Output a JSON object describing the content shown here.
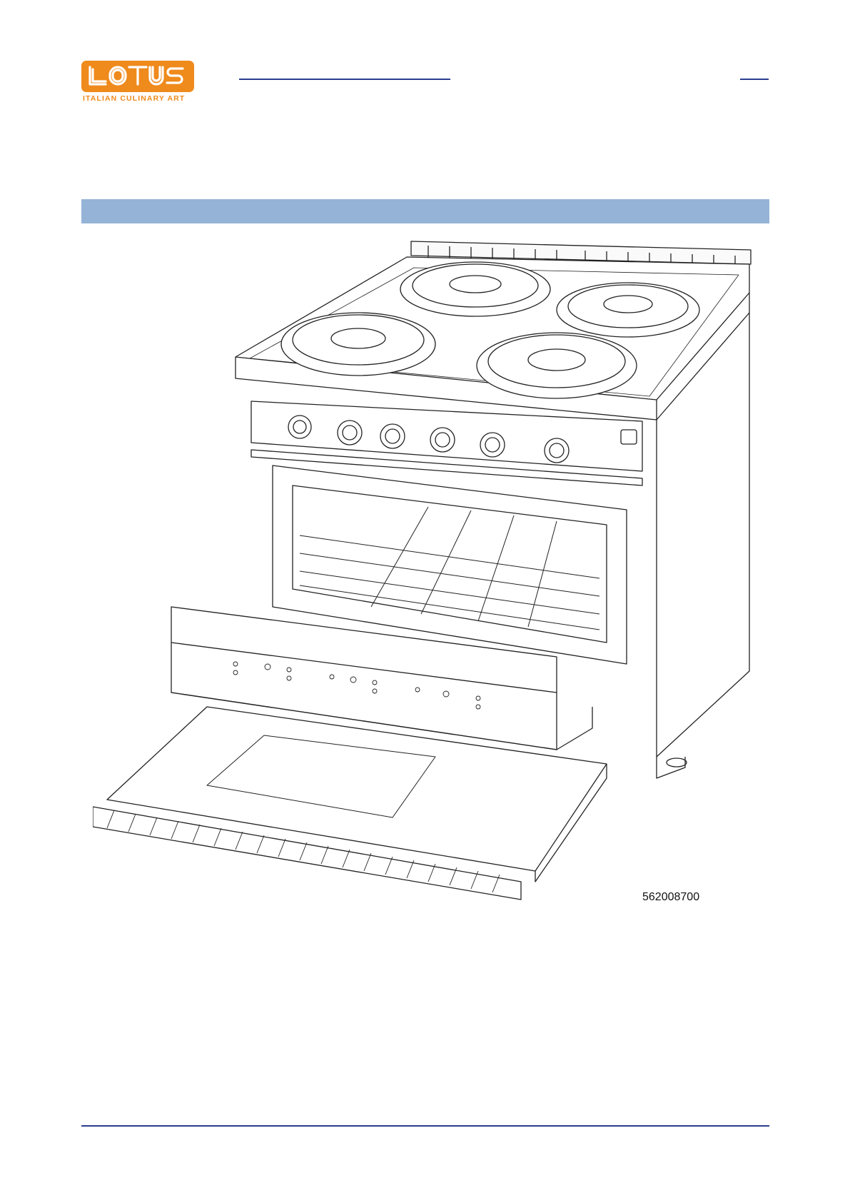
{
  "header": {
    "logo": {
      "word": "LOTUS",
      "tagline": "ITALIAN CULINARY ART",
      "color": "#ef8a1c"
    },
    "rule_color": "#2a3d8f"
  },
  "section": {
    "bar_color": "#95b3d7"
  },
  "figure": {
    "subject": "electric-range-with-oven-illustration",
    "part_number": "562008700"
  }
}
